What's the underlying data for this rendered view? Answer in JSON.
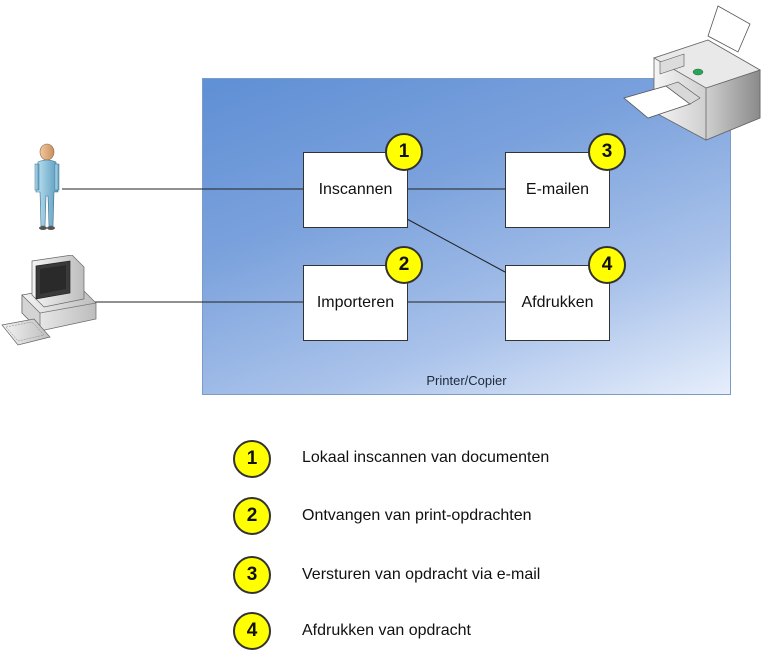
{
  "region": {
    "label": "Printer/Copier"
  },
  "boxes": {
    "inscannen": "Inscannen",
    "emailen": "E-mailen",
    "importeren": "Importeren",
    "afdrukken": "Afdrukken"
  },
  "badges": [
    "1",
    "2",
    "3",
    "4"
  ],
  "legend": [
    {
      "num": "1",
      "text": "Lokaal inscannen van documenten"
    },
    {
      "num": "2",
      "text": "Ontvangen van print-opdrachten"
    },
    {
      "num": "3",
      "text": "Versturen van opdracht via e-mail"
    },
    {
      "num": "4",
      "text": "Afdrukken van opdracht"
    }
  ],
  "icons": {
    "user": "person-icon",
    "computer": "computer-icon",
    "printer": "printer-icon"
  },
  "colors": {
    "badge": "#ffff00",
    "region_top": "#5f8fd5",
    "region_bottom": "#e6eefb"
  }
}
